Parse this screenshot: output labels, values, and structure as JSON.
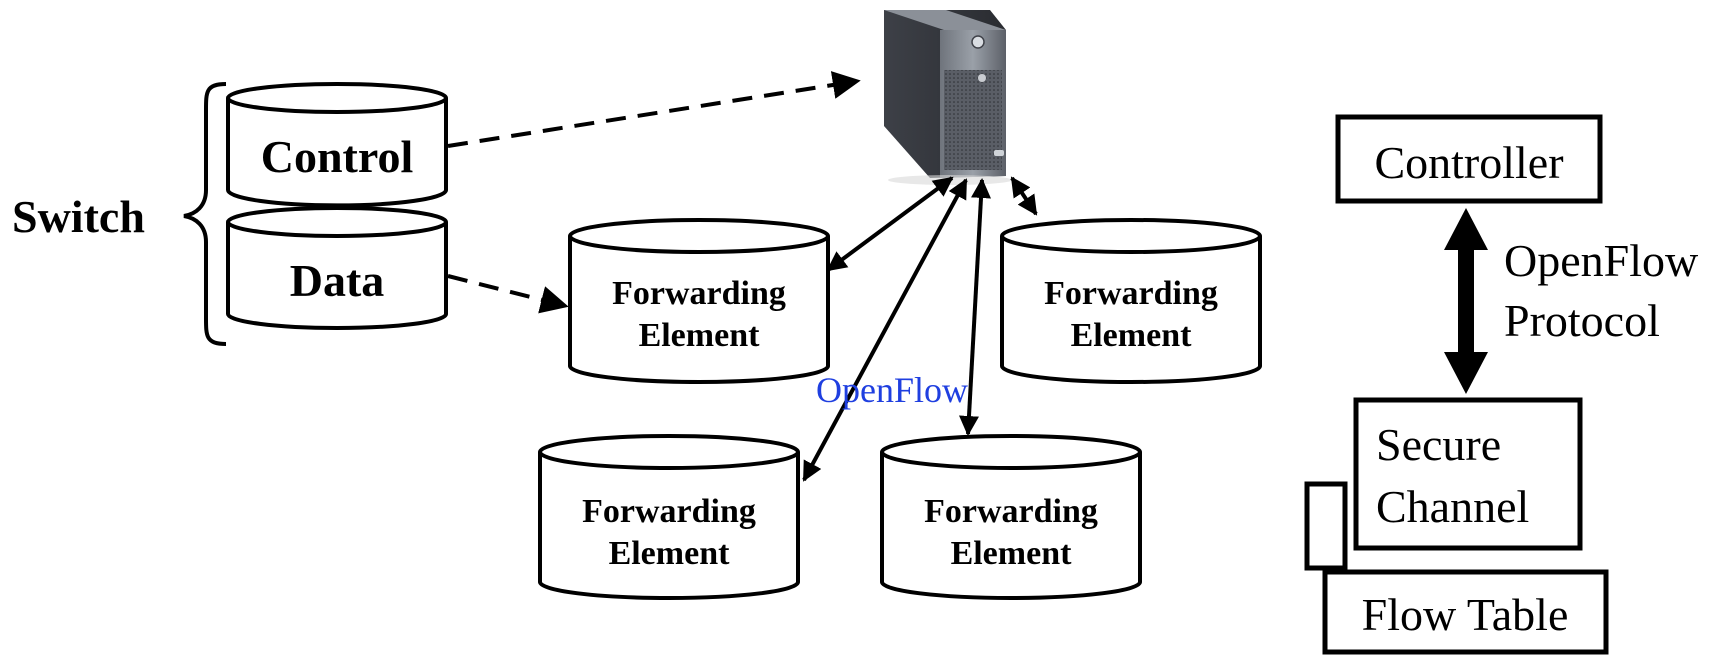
{
  "switch": {
    "label": "Switch",
    "control_label": "Control",
    "data_label": "Data"
  },
  "forwarding_elements": [
    {
      "line1": "Forwarding",
      "line2": "Element"
    },
    {
      "line1": "Forwarding",
      "line2": "Element"
    },
    {
      "line1": "Forwarding",
      "line2": "Element"
    },
    {
      "line1": "Forwarding",
      "line2": "Element"
    }
  ],
  "openflow_label": "OpenFlow",
  "openflow_label_color": "#1f3fe0",
  "server_icon": "tower-server-icon",
  "stack": {
    "controller": "Controller",
    "protocol_line1": "OpenFlow",
    "protocol_line2": "Protocol",
    "secure_line1": "Secure",
    "secure_line2": "Channel",
    "flow_table": "Flow Table"
  }
}
